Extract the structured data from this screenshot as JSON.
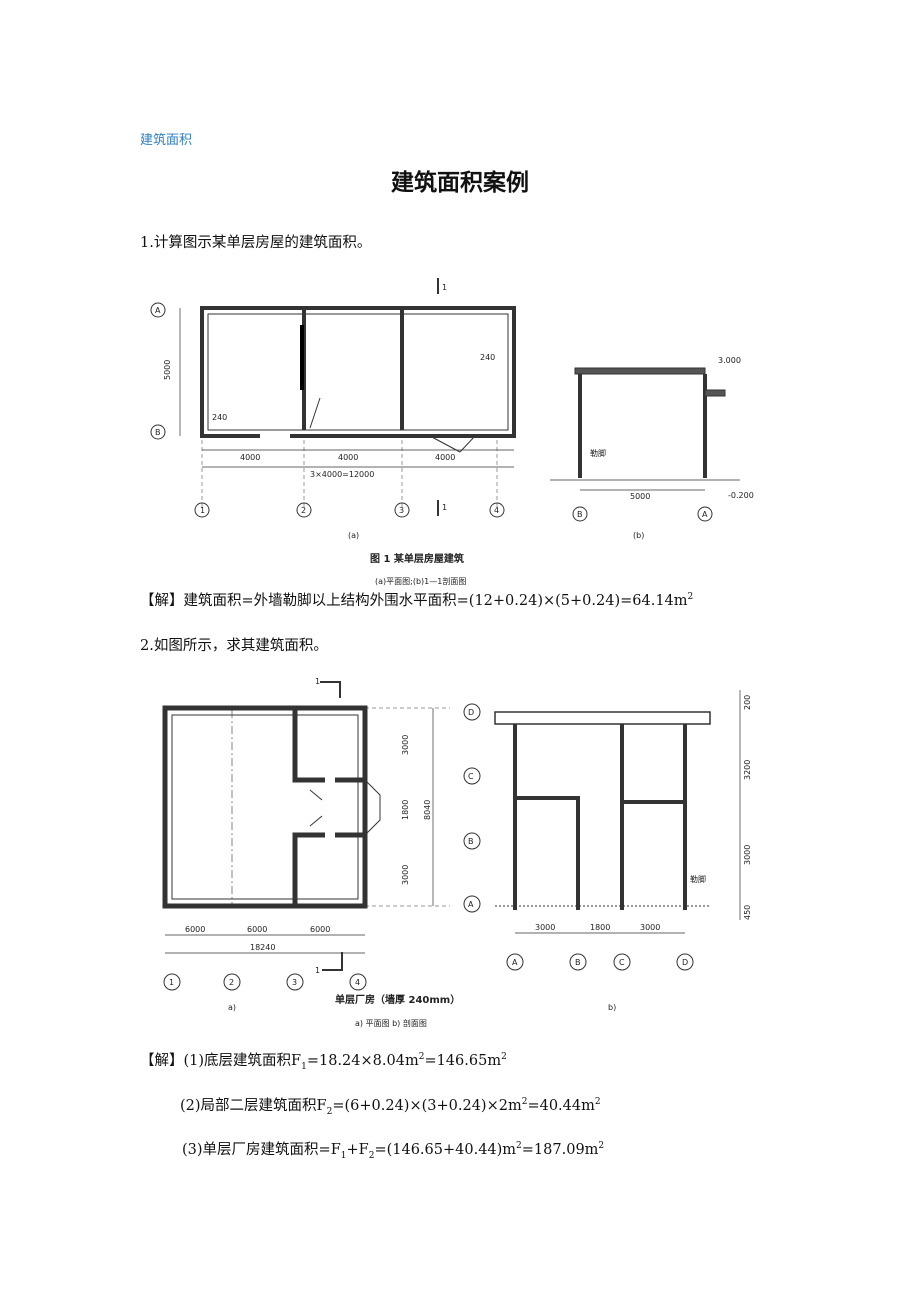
{
  "header": "建筑面积",
  "title": "建筑面积案例",
  "q1": "1.计算图示某单层房屋的建筑面积。",
  "fig1": {
    "section_mark": "1",
    "axis_left": [
      "A",
      "B"
    ],
    "axis_bottom": [
      "1",
      "2",
      "3",
      "4"
    ],
    "dim_height": "5000",
    "dim_wall": "240",
    "dim_wall2": "240",
    "spans": [
      "4000",
      "4000",
      "4000"
    ],
    "total": "3×4000=12000",
    "label_a": "(a)",
    "label_b": "(b)",
    "elev_top": "3.000",
    "plinth": "勒脚",
    "sec_span": "5000",
    "elev_ground": "-0.200",
    "sec_axes": [
      "B",
      "A"
    ],
    "caption": "图 1   某单层房屋建筑",
    "subcaption": "(a)平面图;(b)1—1剖面图"
  },
  "a1": {
    "prefix": "【解】建筑面积=外墙勒脚以上结构外围水平面积=(12+0.24)×(5+0.24)=64.14m",
    "sup": "2"
  },
  "q2": "2.如图所示，求其建筑面积。",
  "fig2": {
    "section_mark": "1",
    "axis_right": [
      "D",
      "C",
      "B",
      "A"
    ],
    "dims_right": [
      "3000",
      "1800",
      "3000"
    ],
    "total_right": "8040",
    "spans": [
      "6000",
      "6000",
      "6000"
    ],
    "total": "18240",
    "axis_bottom": [
      "1",
      "2",
      "3",
      "4"
    ],
    "label_a": "a)",
    "label_b": "b)",
    "sec_dims": [
      "200",
      "3200",
      "3000",
      "450"
    ],
    "plinth": "勒脚",
    "sec_spans": [
      "3000",
      "1800",
      "3000"
    ],
    "sec_axes": [
      "A",
      "B",
      "C",
      "D"
    ],
    "caption": "单层厂房（墙厚 240mm）",
    "subcaption": "a) 平面图  b) 剖面图"
  },
  "a2": {
    "l1": {
      "a": "【解】(1)底层建筑面积F",
      "s1": "1",
      "b": "=18.24×8.04m",
      "s2": "2",
      "c": "=146.65m",
      "s3": "2"
    },
    "l2": {
      "a": "(2)局部二层建筑面积F",
      "s1": "2",
      "b": "=(6+0.24)×(3+0.24)×2m",
      "s2": "2",
      "c": "=40.44m",
      "s3": "2"
    },
    "l3": {
      "a": "(3)单层厂房建筑面积=F",
      "s1": "1",
      "b": "+F",
      "s2": "2",
      "c": "=(146.65+40.44)m",
      "s3": "2",
      "d": "=187.09m",
      "s4": "2"
    }
  }
}
